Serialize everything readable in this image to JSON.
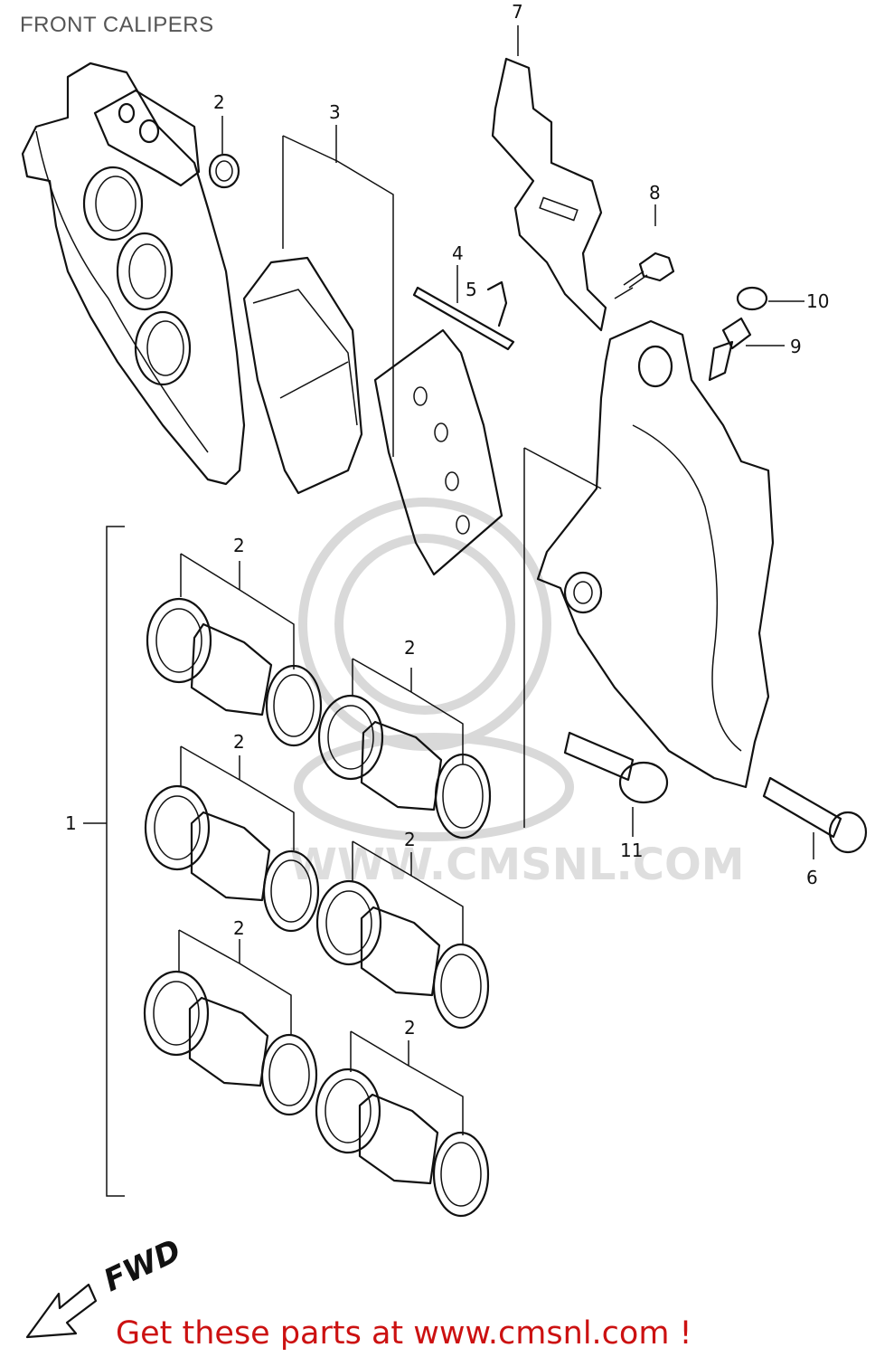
{
  "title": "FRONT CALIPERS",
  "footer": "Get these parts at www.cmsnl.com !",
  "direction_label": "FWD",
  "watermark_text": "WWW.CMSNL.COM",
  "callouts": {
    "c1": "1",
    "c2a": "2",
    "c2b": "2",
    "c2c": "2",
    "c2d": "2",
    "c2e": "2",
    "c2f": "2",
    "c2g": "2",
    "c3": "3",
    "c4": "4",
    "c5": "5",
    "c6": "6",
    "c7": "7",
    "c8": "8",
    "c9": "9",
    "c10": "10",
    "c11": "11"
  },
  "colors": {
    "line": "#111111",
    "footer_text": "#cc1111",
    "title_text": "#555555",
    "watermark": "#d9d9d9"
  }
}
